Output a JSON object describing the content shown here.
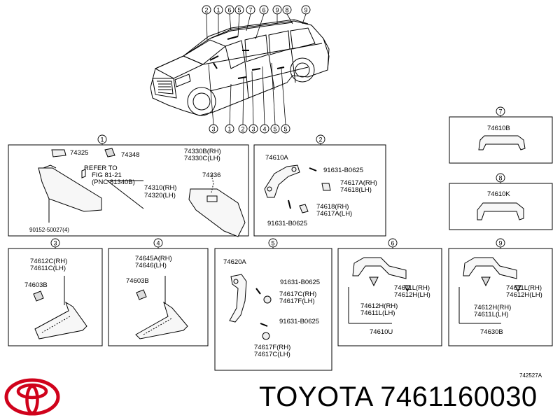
{
  "diagram_id": "742527A",
  "brand": {
    "name": "TOYOTA",
    "part_number": "7461160030"
  },
  "car_callouts_top": [
    "2",
    "1",
    "6",
    "5",
    "7",
    "6",
    "9",
    "8",
    "9"
  ],
  "car_callouts_bottom": [
    "3",
    "1",
    "2",
    "3",
    "4",
    "5",
    "5"
  ],
  "panels": [
    {
      "callout": "1",
      "labels": [
        "74325",
        "74348",
        "74330B(RH)",
        "74330C(LH)",
        "REFER TO",
        "FIG 81-21",
        "(PNC 81340B)",
        "74336",
        "74310(RH)",
        "74320(LH)",
        "90152-50027(4)"
      ]
    },
    {
      "callout": "2",
      "labels": [
        "74610A",
        "91631-B0625",
        "74617A(RH)",
        "74618(LH)",
        "74618(RH)",
        "74617A(LH)",
        "91631-B0625"
      ]
    },
    {
      "callout": "7",
      "labels": [
        "74610B"
      ]
    },
    {
      "callout": "8",
      "labels": [
        "74610K"
      ]
    },
    {
      "callout": "3",
      "labels": [
        "74612C(RH)",
        "74611C(LH)",
        "74603B"
      ]
    },
    {
      "callout": "4",
      "labels": [
        "74645A(RH)",
        "74646(LH)",
        "74603B"
      ]
    },
    {
      "callout": "5",
      "labels": [
        "74620A",
        "91631-B0625",
        "74617C(RH)",
        "74617F(LH)",
        "91631-B0625",
        "74617F(RH)",
        "74617C(LH)"
      ]
    },
    {
      "callout": "6",
      "labels": [
        "74611L(RH)",
        "74612H(LH)",
        "74612H(RH)",
        "74611L(LH)",
        "74610U"
      ]
    },
    {
      "callout": "9",
      "labels": [
        "74611L(RH)",
        "74612H(LH)",
        "74612H(RH)",
        "74611L(LH)",
        "74630B"
      ]
    }
  ]
}
